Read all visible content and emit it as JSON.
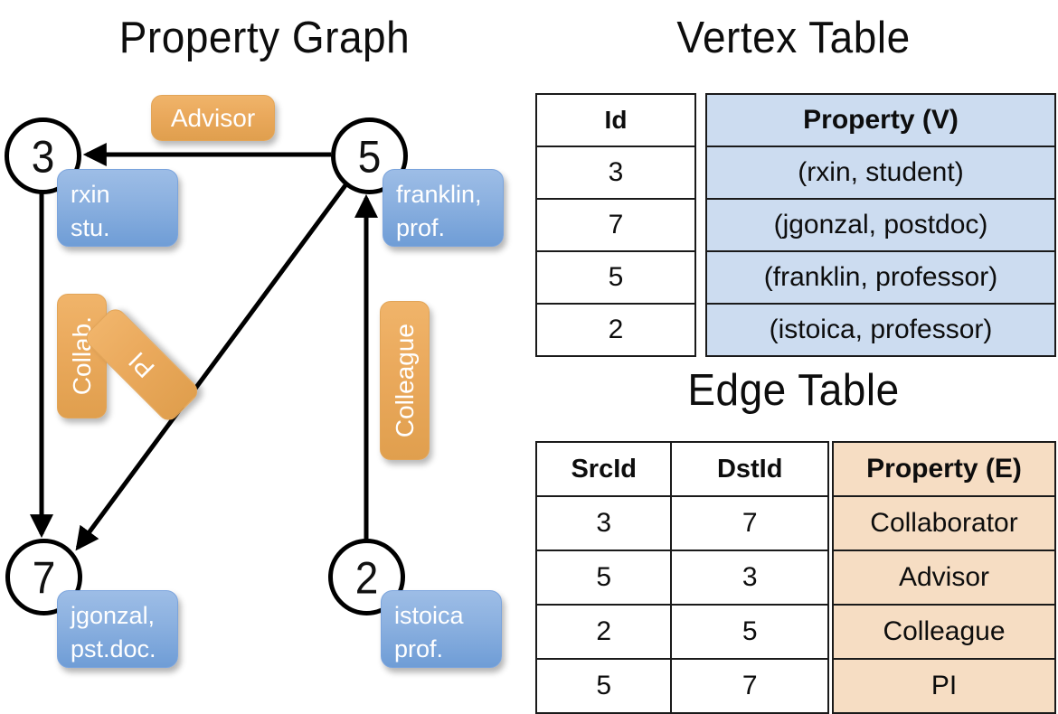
{
  "titles": {
    "property_graph": "Property Graph",
    "vertex_table": "Vertex Table",
    "edge_table": "Edge Table"
  },
  "graph": {
    "nodes": [
      {
        "id": "3",
        "property_lines": [
          "rxin",
          "stu."
        ]
      },
      {
        "id": "5",
        "property_lines": [
          "franklin,",
          "prof."
        ]
      },
      {
        "id": "7",
        "property_lines": [
          "jgonzal,",
          "pst.doc."
        ]
      },
      {
        "id": "2",
        "property_lines": [
          "istoica",
          "prof."
        ]
      }
    ],
    "edge_labels": [
      {
        "name": "advisor",
        "text": "Advisor"
      },
      {
        "name": "collab",
        "text": "Collab."
      },
      {
        "name": "pi",
        "text": "PI"
      },
      {
        "name": "colleague",
        "text": "Colleague"
      }
    ]
  },
  "vertex_table": {
    "headers": [
      "Id",
      "Property (V)"
    ],
    "rows": [
      [
        "3",
        "(rxin, student)"
      ],
      [
        "7",
        "(jgonzal, postdoc)"
      ],
      [
        "5",
        "(franklin, professor)"
      ],
      [
        "2",
        "(istoica, professor)"
      ]
    ]
  },
  "edge_table": {
    "headers": [
      "SrcId",
      "DstId",
      "Property (E)"
    ],
    "rows": [
      [
        "3",
        "7",
        "Collaborator"
      ],
      [
        "5",
        "3",
        "Advisor"
      ],
      [
        "2",
        "5",
        "Colleague"
      ],
      [
        "5",
        "7",
        "PI"
      ]
    ]
  },
  "colors": {
    "vertex_property_fill": "#ccdcf0",
    "edge_property_fill": "#f6ddc3",
    "node_box_blue": "#8cb1e0",
    "edge_label_orange": "#eaa95c",
    "stroke": "#000000"
  }
}
